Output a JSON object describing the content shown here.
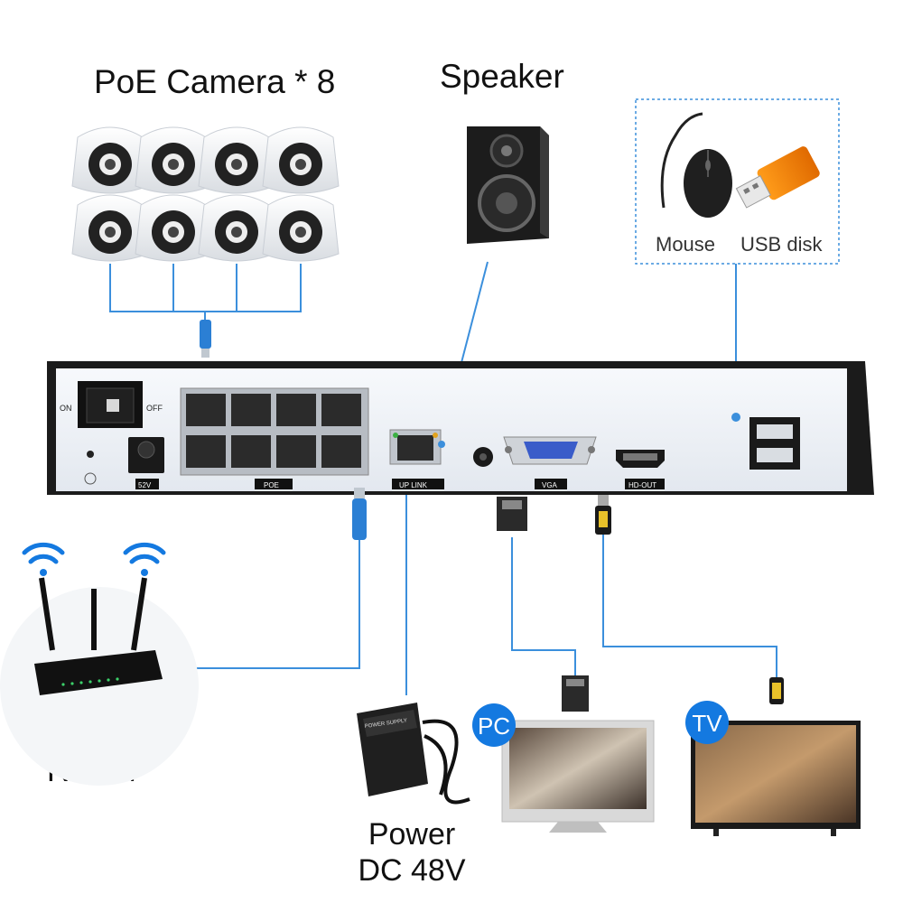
{
  "labels": {
    "cameras": "PoE Camera * 8",
    "speaker": "Speaker",
    "mouse": "Mouse",
    "usb": "USB disk",
    "router": "Router",
    "power_line1": "Power",
    "power_line2": "DC 48V",
    "pc_badge": "PC",
    "tv_badge": "TV"
  },
  "nvr": {
    "switch_on": "ON",
    "switch_off": "OFF",
    "port_52v": "52V",
    "port_poe": "POE",
    "port_uplink": "UP LINK",
    "port_vga": "VGA",
    "port_hdmi": "HD-OUT"
  },
  "power_supply": {
    "text": "POWER SUPPLY"
  },
  "colors": {
    "link_line": "#3b8fdc",
    "badge": "#1479e0",
    "nvr_panel": "#eef2f7",
    "nvr_frame": "#1b1b1b"
  }
}
